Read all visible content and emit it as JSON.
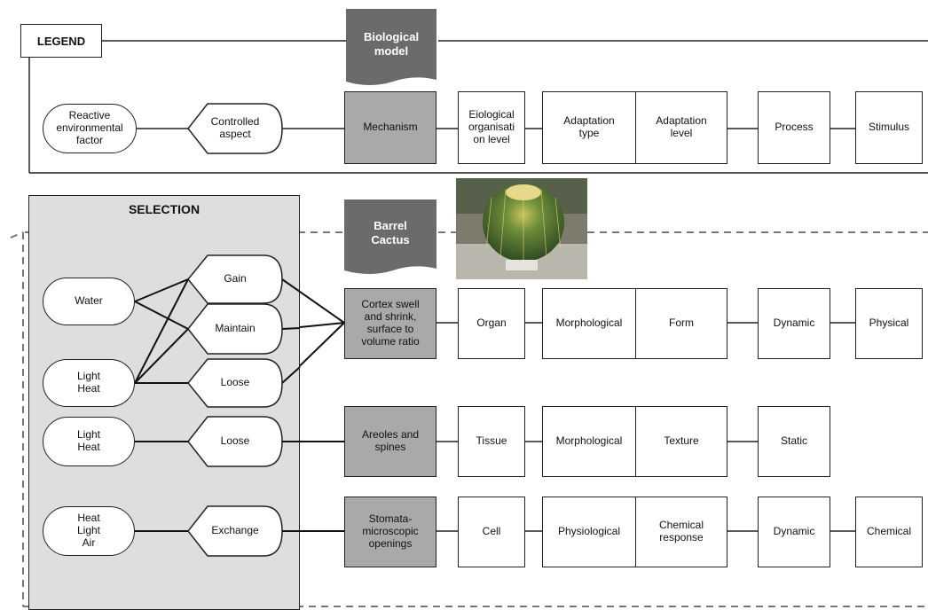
{
  "legend": {
    "title": "LEGEND",
    "banner": "Biological\nmodel",
    "factor": "Reactive\nenvironmental\nfactor",
    "aspect": "Controlled\naspect",
    "mechanism": "Mechanism",
    "columns": [
      "Eiological\norganisati\non level",
      "Adaptation\ntype",
      "Adaptation\nlevel",
      "Process",
      "Stimulus"
    ]
  },
  "selection": {
    "title": "SELECTION",
    "banner": "Barrel\nCactus",
    "factors": [
      "Water",
      "Light\nHeat",
      "Light\nHeat",
      "Heat\nLight\nAir"
    ],
    "aspects": [
      "Gain",
      "Maintain",
      "Loose",
      "Loose",
      "Exchange"
    ]
  },
  "rows": [
    {
      "mechanism": "Cortex  swell\nand shrink,\nsurface to\nvolume ratio",
      "org_level": "Organ",
      "adaptation_type": "Morphological",
      "adaptation_level": "Form",
      "process": "Dynamic",
      "stimulus": "Physical"
    },
    {
      "mechanism": "Areoles and\nspines",
      "org_level": "Tissue",
      "adaptation_type": "Morphological",
      "adaptation_level": "Texture",
      "process": "Static",
      "stimulus": ""
    },
    {
      "mechanism": "Stomata-\nmicroscopic\nopenings",
      "org_level": "Cell",
      "adaptation_type": "Physiological",
      "adaptation_level": "Chemical\nresponse",
      "process": "Dynamic",
      "stimulus": "Chemical"
    }
  ],
  "colors": {
    "banner": "#6b6b6b",
    "mechanism_fill": "#a9a9a9",
    "selection_panel": "#dedede",
    "dashed": "#777777"
  },
  "icons": [
    "cactus-photo"
  ]
}
